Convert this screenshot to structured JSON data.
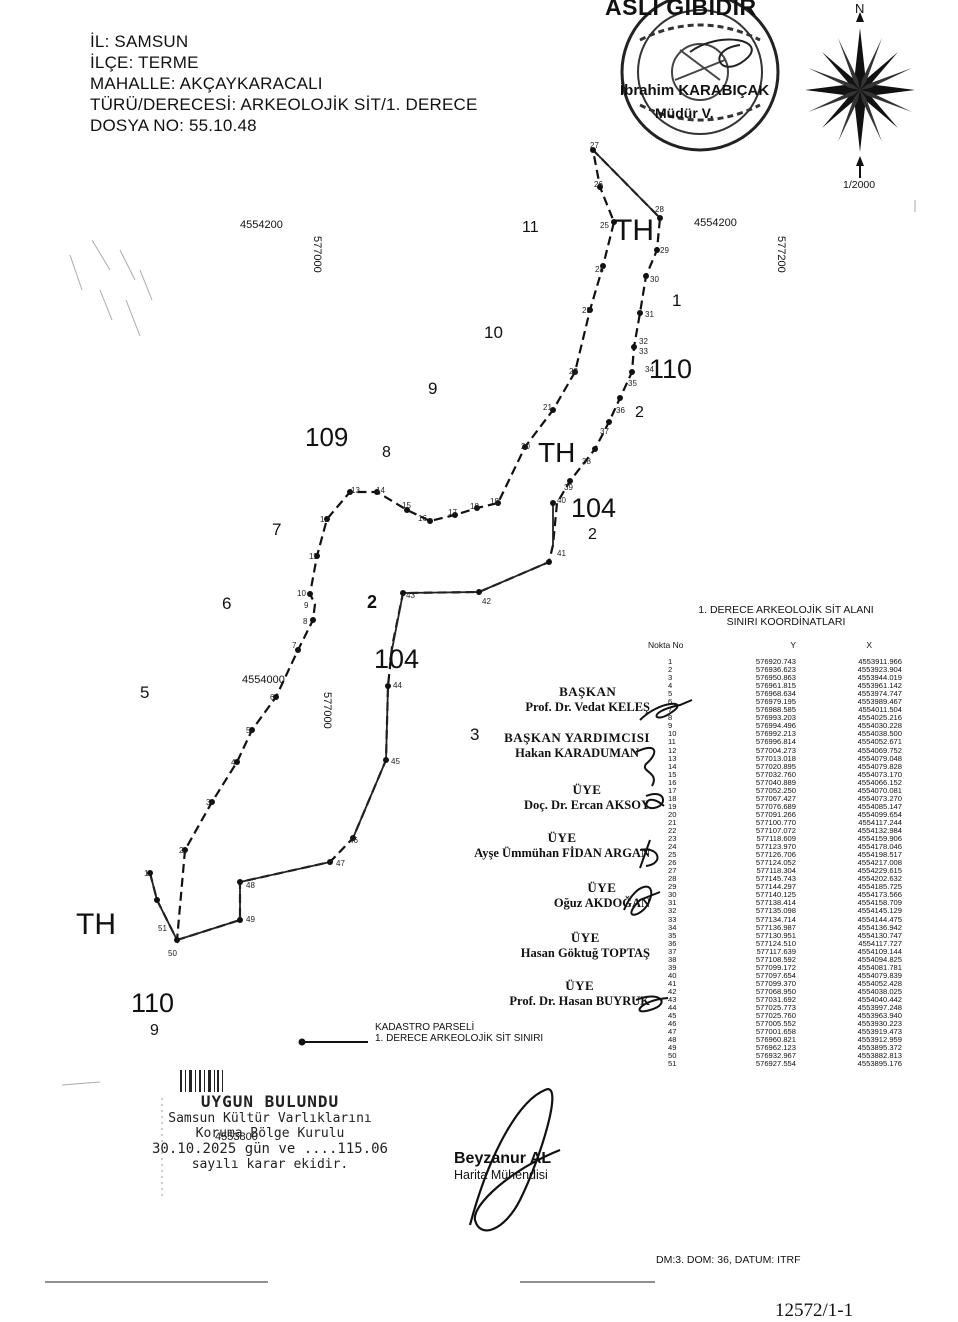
{
  "header": {
    "il": "İL: SAMSUN",
    "ilce": "İLÇE: TERME",
    "mahalle": "MAHALLE: AKÇAYKARACALI",
    "turu": "TÜRÜ/DERECESİ: ARKEOLOJİK SİT/1. DERECE",
    "dosya": "DOSYA NO: 55.10.48"
  },
  "top_stamp": {
    "title": "ASLI GİBİDİR",
    "name": "İbrahim KARABIÇAK",
    "role": "Müdür V."
  },
  "north": {
    "label": "N",
    "scale": "1/2000"
  },
  "map_labels": {
    "grid_4554200_a": "4554200",
    "grid_4554200_b": "4554200",
    "grid_577000_a": "577000",
    "grid_577200": "577200",
    "grid_4554000": "4554000",
    "grid_577000_b": "577000",
    "grid_4553800": "4553800",
    "p11": "11",
    "p10": "10",
    "p9": "9",
    "p109": "109",
    "p8": "8",
    "p7": "7",
    "p6": "6",
    "p5": "5",
    "p1": "1",
    "p110a": "110",
    "p2a": "2",
    "p104a": "104",
    "p2b": "2",
    "p2c": "2",
    "p104b": "104",
    "p3": "3",
    "p110b": "110",
    "p9b": "9",
    "th1": "TH",
    "th2": "TH",
    "th3": "TH"
  },
  "table": {
    "title_line1": "1. DERECE ARKEOLOJİK SİT ALANI",
    "title_line2": "SINIRI KOORDİNATLARI",
    "col_no": "Nokta  No",
    "col_y": "Y",
    "col_x": "X",
    "rows": [
      [
        "1",
        "576920.743",
        "4553911.966"
      ],
      [
        "2",
        "576936.623",
        "4553923.904"
      ],
      [
        "3",
        "576950.863",
        "4553944.019"
      ],
      [
        "4",
        "576961.815",
        "4553961.142"
      ],
      [
        "5",
        "576968.634",
        "4553974.747"
      ],
      [
        "6",
        "576979.195",
        "4553989.467"
      ],
      [
        "7",
        "576988.585",
        "4554011.504"
      ],
      [
        "8",
        "576993.203",
        "4554025.216"
      ],
      [
        "9",
        "576994.496",
        "4554030.228"
      ],
      [
        "10",
        "576992.213",
        "4554038.500"
      ],
      [
        "11",
        "576996.814",
        "4554052.671"
      ],
      [
        "12",
        "577004.273",
        "4554069.752"
      ],
      [
        "13",
        "577013.018",
        "4554079.048"
      ],
      [
        "14",
        "577020.895",
        "4554079.828"
      ],
      [
        "15",
        "577032.760",
        "4554073.170"
      ],
      [
        "16",
        "577040.889",
        "4554066.152"
      ],
      [
        "17",
        "577052.250",
        "4554070.081"
      ],
      [
        "18",
        "577067.427",
        "4554073.270"
      ],
      [
        "19",
        "577076.689",
        "4554085.147"
      ],
      [
        "20",
        "577091.266",
        "4554099.654"
      ],
      [
        "21",
        "577100.770",
        "4554117.244"
      ],
      [
        "22",
        "577107.072",
        "4554132.984"
      ],
      [
        "23",
        "577118.609",
        "4554159.906"
      ],
      [
        "24",
        "577123.970",
        "4554178.046"
      ],
      [
        "25",
        "577126.706",
        "4554198.517"
      ],
      [
        "26",
        "577124.052",
        "4554217.008"
      ],
      [
        "27",
        "577118.304",
        "4554229.615"
      ],
      [
        "28",
        "577145.743",
        "4554202.632"
      ],
      [
        "29",
        "577144.297",
        "4554185.725"
      ],
      [
        "30",
        "577140.125",
        "4554173.566"
      ],
      [
        "31",
        "577138.414",
        "4554158.709"
      ],
      [
        "32",
        "577135.098",
        "4554145.129"
      ],
      [
        "33",
        "577134.714",
        "4554144.475"
      ],
      [
        "34",
        "577136.987",
        "4554136.942"
      ],
      [
        "35",
        "577130.951",
        "4554130.747"
      ],
      [
        "36",
        "577124.510",
        "4554117.727"
      ],
      [
        "37",
        "577117.639",
        "4554109.144"
      ],
      [
        "38",
        "577108.592",
        "4554094.825"
      ],
      [
        "39",
        "577099.172",
        "4554081.781"
      ],
      [
        "40",
        "577097.654",
        "4554079.839"
      ],
      [
        "41",
        "577099.370",
        "4554052.428"
      ],
      [
        "42",
        "577068.950",
        "4554038.025"
      ],
      [
        "43",
        "577031.692",
        "4554040.442"
      ],
      [
        "44",
        "577025.773",
        "4553997.248"
      ],
      [
        "45",
        "577025.760",
        "4553963.940"
      ],
      [
        "46",
        "577005.552",
        "4553930.223"
      ],
      [
        "47",
        "577001.658",
        "4553919.473"
      ],
      [
        "48",
        "576960.821",
        "4553912.959"
      ],
      [
        "49",
        "576962.123",
        "4553895.372"
      ],
      [
        "50",
        "576932.967",
        "4553882.813"
      ],
      [
        "51",
        "576927.554",
        "4553895.176"
      ]
    ],
    "datum": "DM:3. DOM: 36, DATUM: ITRF"
  },
  "board": [
    {
      "role": "BAŞKAN",
      "name": "Prof. Dr. Vedat KELEŞ"
    },
    {
      "role": "BAŞKAN YARDIMCISI",
      "name": "Hakan KARADUMAN"
    },
    {
      "role": "ÜYE",
      "name": "Doç. Dr. Ercan AKSOY"
    },
    {
      "role": "ÜYE",
      "name": "Ayşe Ümmühan FİDAN ARGAN"
    },
    {
      "role": "ÜYE",
      "name": "Oğuz AKDOĞAN"
    },
    {
      "role": "ÜYE",
      "name": "Hasan Göktuğ TOPTAŞ"
    },
    {
      "role": "ÜYE",
      "name": "Prof. Dr. Hasan BUYRUK"
    }
  ],
  "legend": {
    "line1": "KADASTRO PARSELİ",
    "line2": "1. DERECE ARKEOLOJİK SİT SINIRI"
  },
  "bottom_stamp": {
    "line1": "UYGUN BULUNDU",
    "line2": "Samsun Kültür Varlıklarını",
    "line3": "Koruma Bölge Kurulu",
    "line4": "30.10.2025 gün ve ....115.06",
    "line5": "sayılı karar ekidir."
  },
  "engineer": {
    "name": "Beyzanur AL",
    "role": "Harita Mühendisi"
  },
  "doc_number": "12572/1-1"
}
